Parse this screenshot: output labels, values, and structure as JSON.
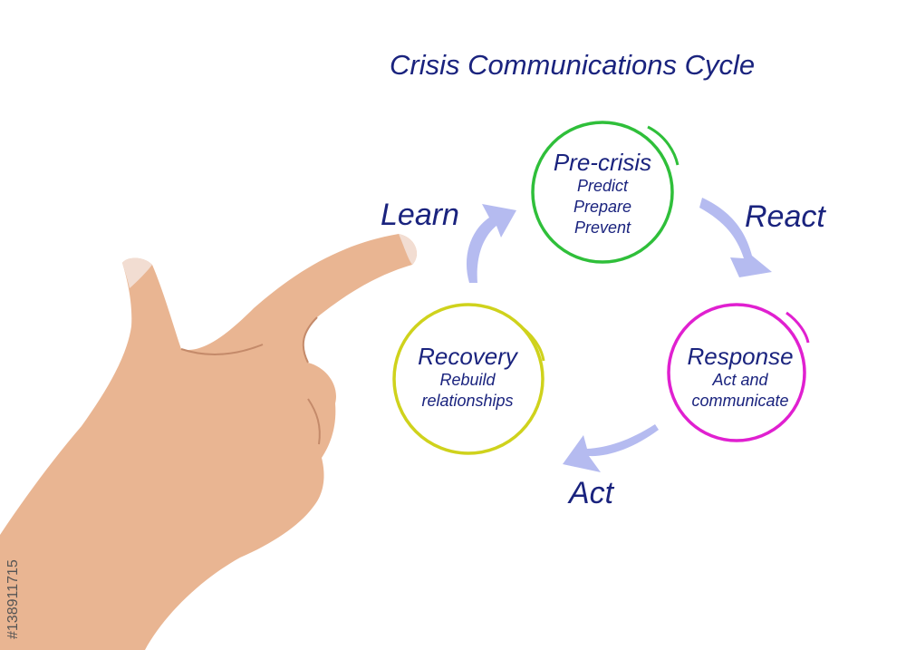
{
  "title": "Crisis Communications Cycle",
  "nodes": {
    "precrisis": {
      "heading": "Pre-crisis",
      "lines": [
        "Predict",
        "Prepare",
        "Prevent"
      ],
      "ring_color": "#2fbf3a"
    },
    "response": {
      "heading": "Response",
      "lines": [
        "Act and",
        "communicate"
      ],
      "ring_color": "#e020d0"
    },
    "recovery": {
      "heading": "Recovery",
      "lines": [
        "Rebuild",
        "relationships"
      ],
      "ring_color": "#cfd21c"
    }
  },
  "transitions": {
    "react": "React",
    "act": "Act",
    "learn": "Learn"
  },
  "stock_id": "#138911715",
  "colors": {
    "text": "#1a237e",
    "arrow": "#b5bbf0"
  }
}
